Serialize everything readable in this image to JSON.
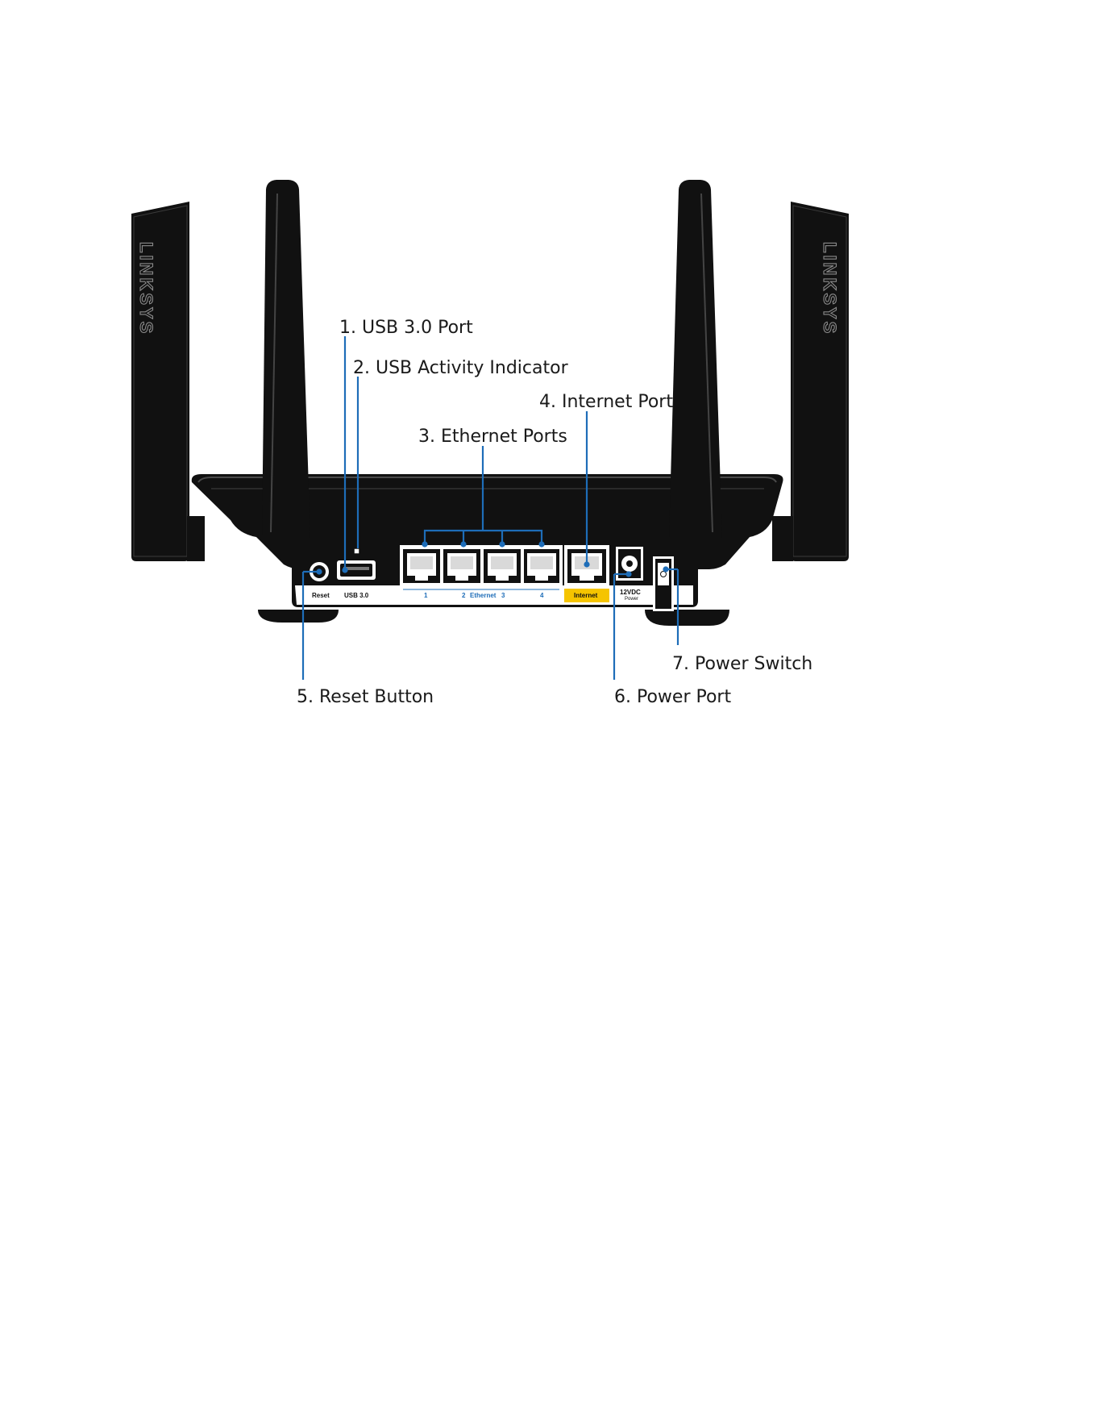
{
  "brand": "LINKSYS",
  "colors": {
    "leader_line": "#1e6db8",
    "router_body": "#111111",
    "internet_badge": "#f5c400"
  },
  "callouts": {
    "usb_port": "1. USB 3.0 Port",
    "usb_indicator": "2. USB Activity Indicator",
    "ethernet_ports": "3. Ethernet Ports",
    "internet_port": "4. Internet Port",
    "reset_button": "5. Reset Button",
    "power_port": "6. Power Port",
    "power_switch": "7. Power Switch"
  },
  "panel_labels": {
    "reset": "Reset",
    "usb": "USB 3.0",
    "port1": "1",
    "port2": "2",
    "ethernet": "Ethernet",
    "port3": "3",
    "port4": "4",
    "internet": "Internet",
    "dc_voltage": "12VDC",
    "dc_power": "Power"
  }
}
